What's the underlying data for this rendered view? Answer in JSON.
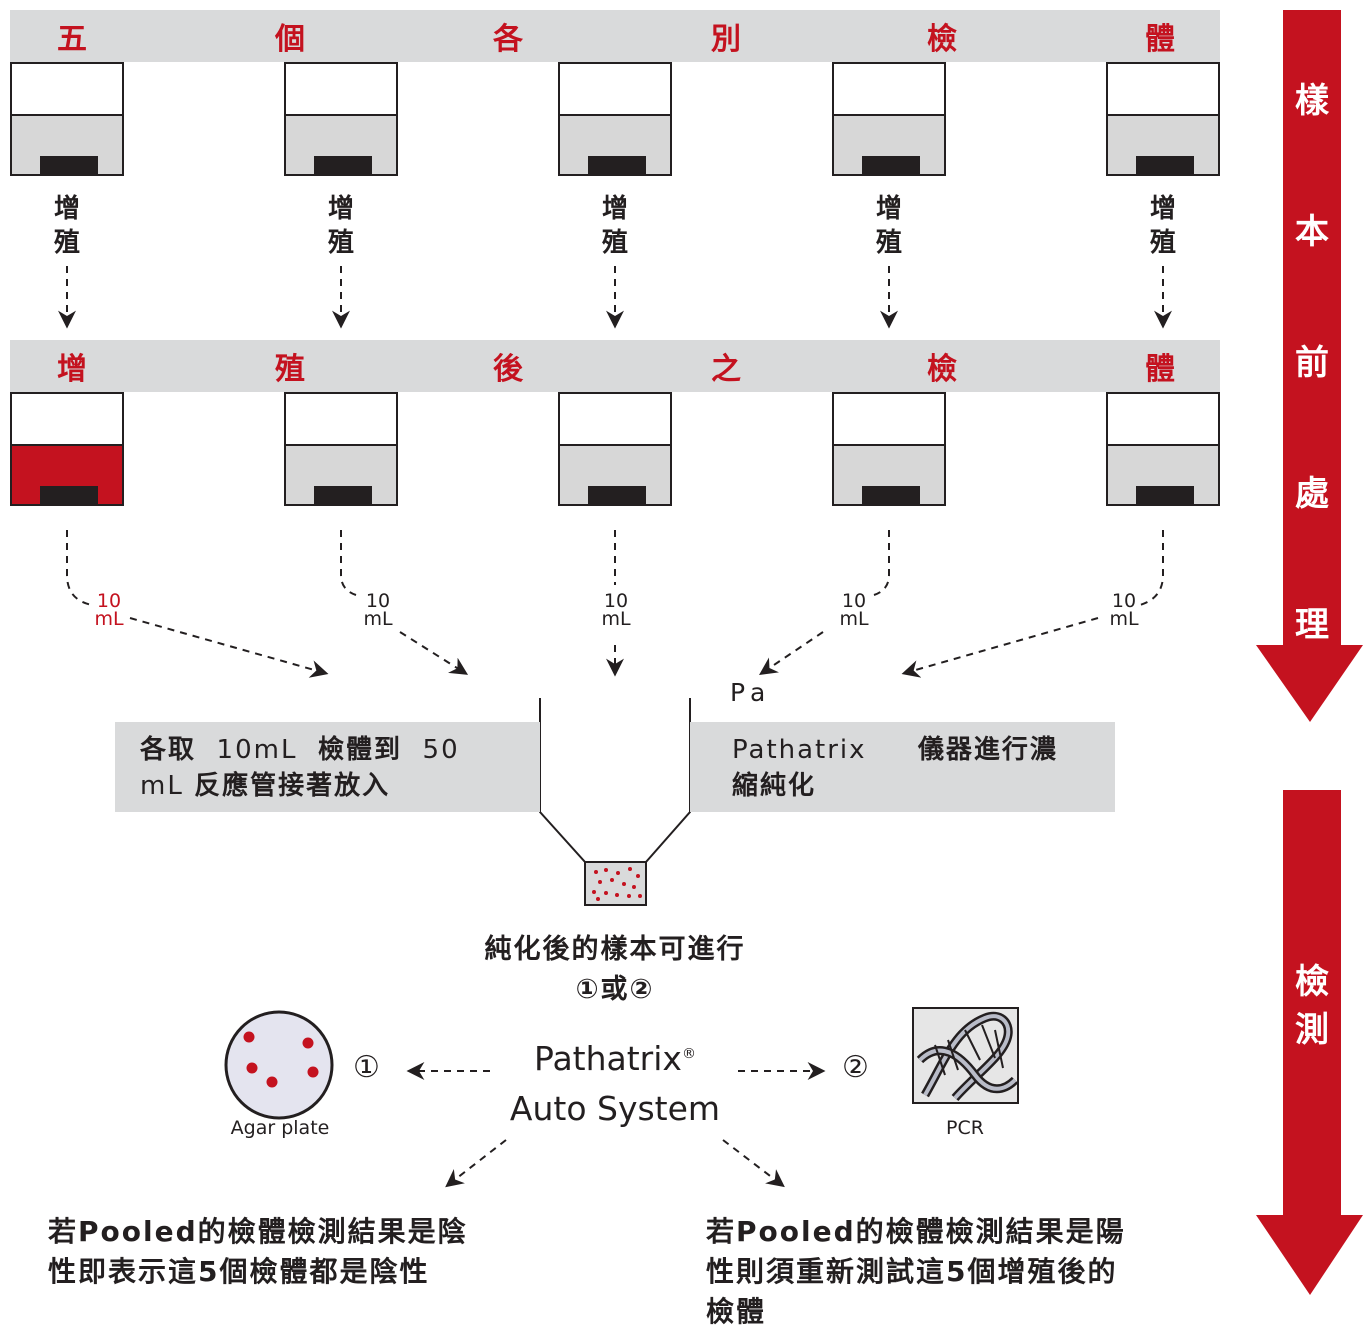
{
  "top_band": [
    "五",
    "個",
    "各",
    "別",
    "檢",
    "體"
  ],
  "mid_band": [
    "增",
    "殖",
    "後",
    "之",
    "檢",
    "體"
  ],
  "enrich_label": [
    "增",
    "殖"
  ],
  "volume": {
    "num": "10",
    "unit": "mL"
  },
  "pa_label": "Pa",
  "box_left": {
    "l1_a": "各取",
    "l1_b": "10mL",
    "l1_c": "檢體到",
    "l1_d": "50",
    "l2_a": "mL",
    "l2_b": "反應管接著放入"
  },
  "box_right": {
    "l1_a": "Pathatrix",
    "l1_b": "儀器進行濃",
    "l2": "縮純化"
  },
  "purified": {
    "line1": "純化後的樣本可進行",
    "line2": "①或②"
  },
  "system": {
    "line1": "Pathatrix",
    "reg": "®",
    "line2": "Auto System"
  },
  "option1": {
    "marker": "①",
    "label": "Agar plate"
  },
  "option2": {
    "marker": "②",
    "label": "PCR"
  },
  "negative": {
    "line1": "若Pooled的檢體檢測結果是陰",
    "line2": "性即表示這5個檢體都是陰性"
  },
  "positive": {
    "line1": "若Pooled的檢體檢測結果是陽",
    "line2": "性則須重新測試這5個增殖後的",
    "line3": "檢體"
  },
  "side_arrows": {
    "pre": [
      "樣",
      "本",
      "前",
      "處",
      "理"
    ],
    "detect": [
      "檢",
      "測"
    ]
  },
  "colors": {
    "accent": "#c4121f",
    "band": "#d9dadb",
    "ink": "#231f20"
  }
}
